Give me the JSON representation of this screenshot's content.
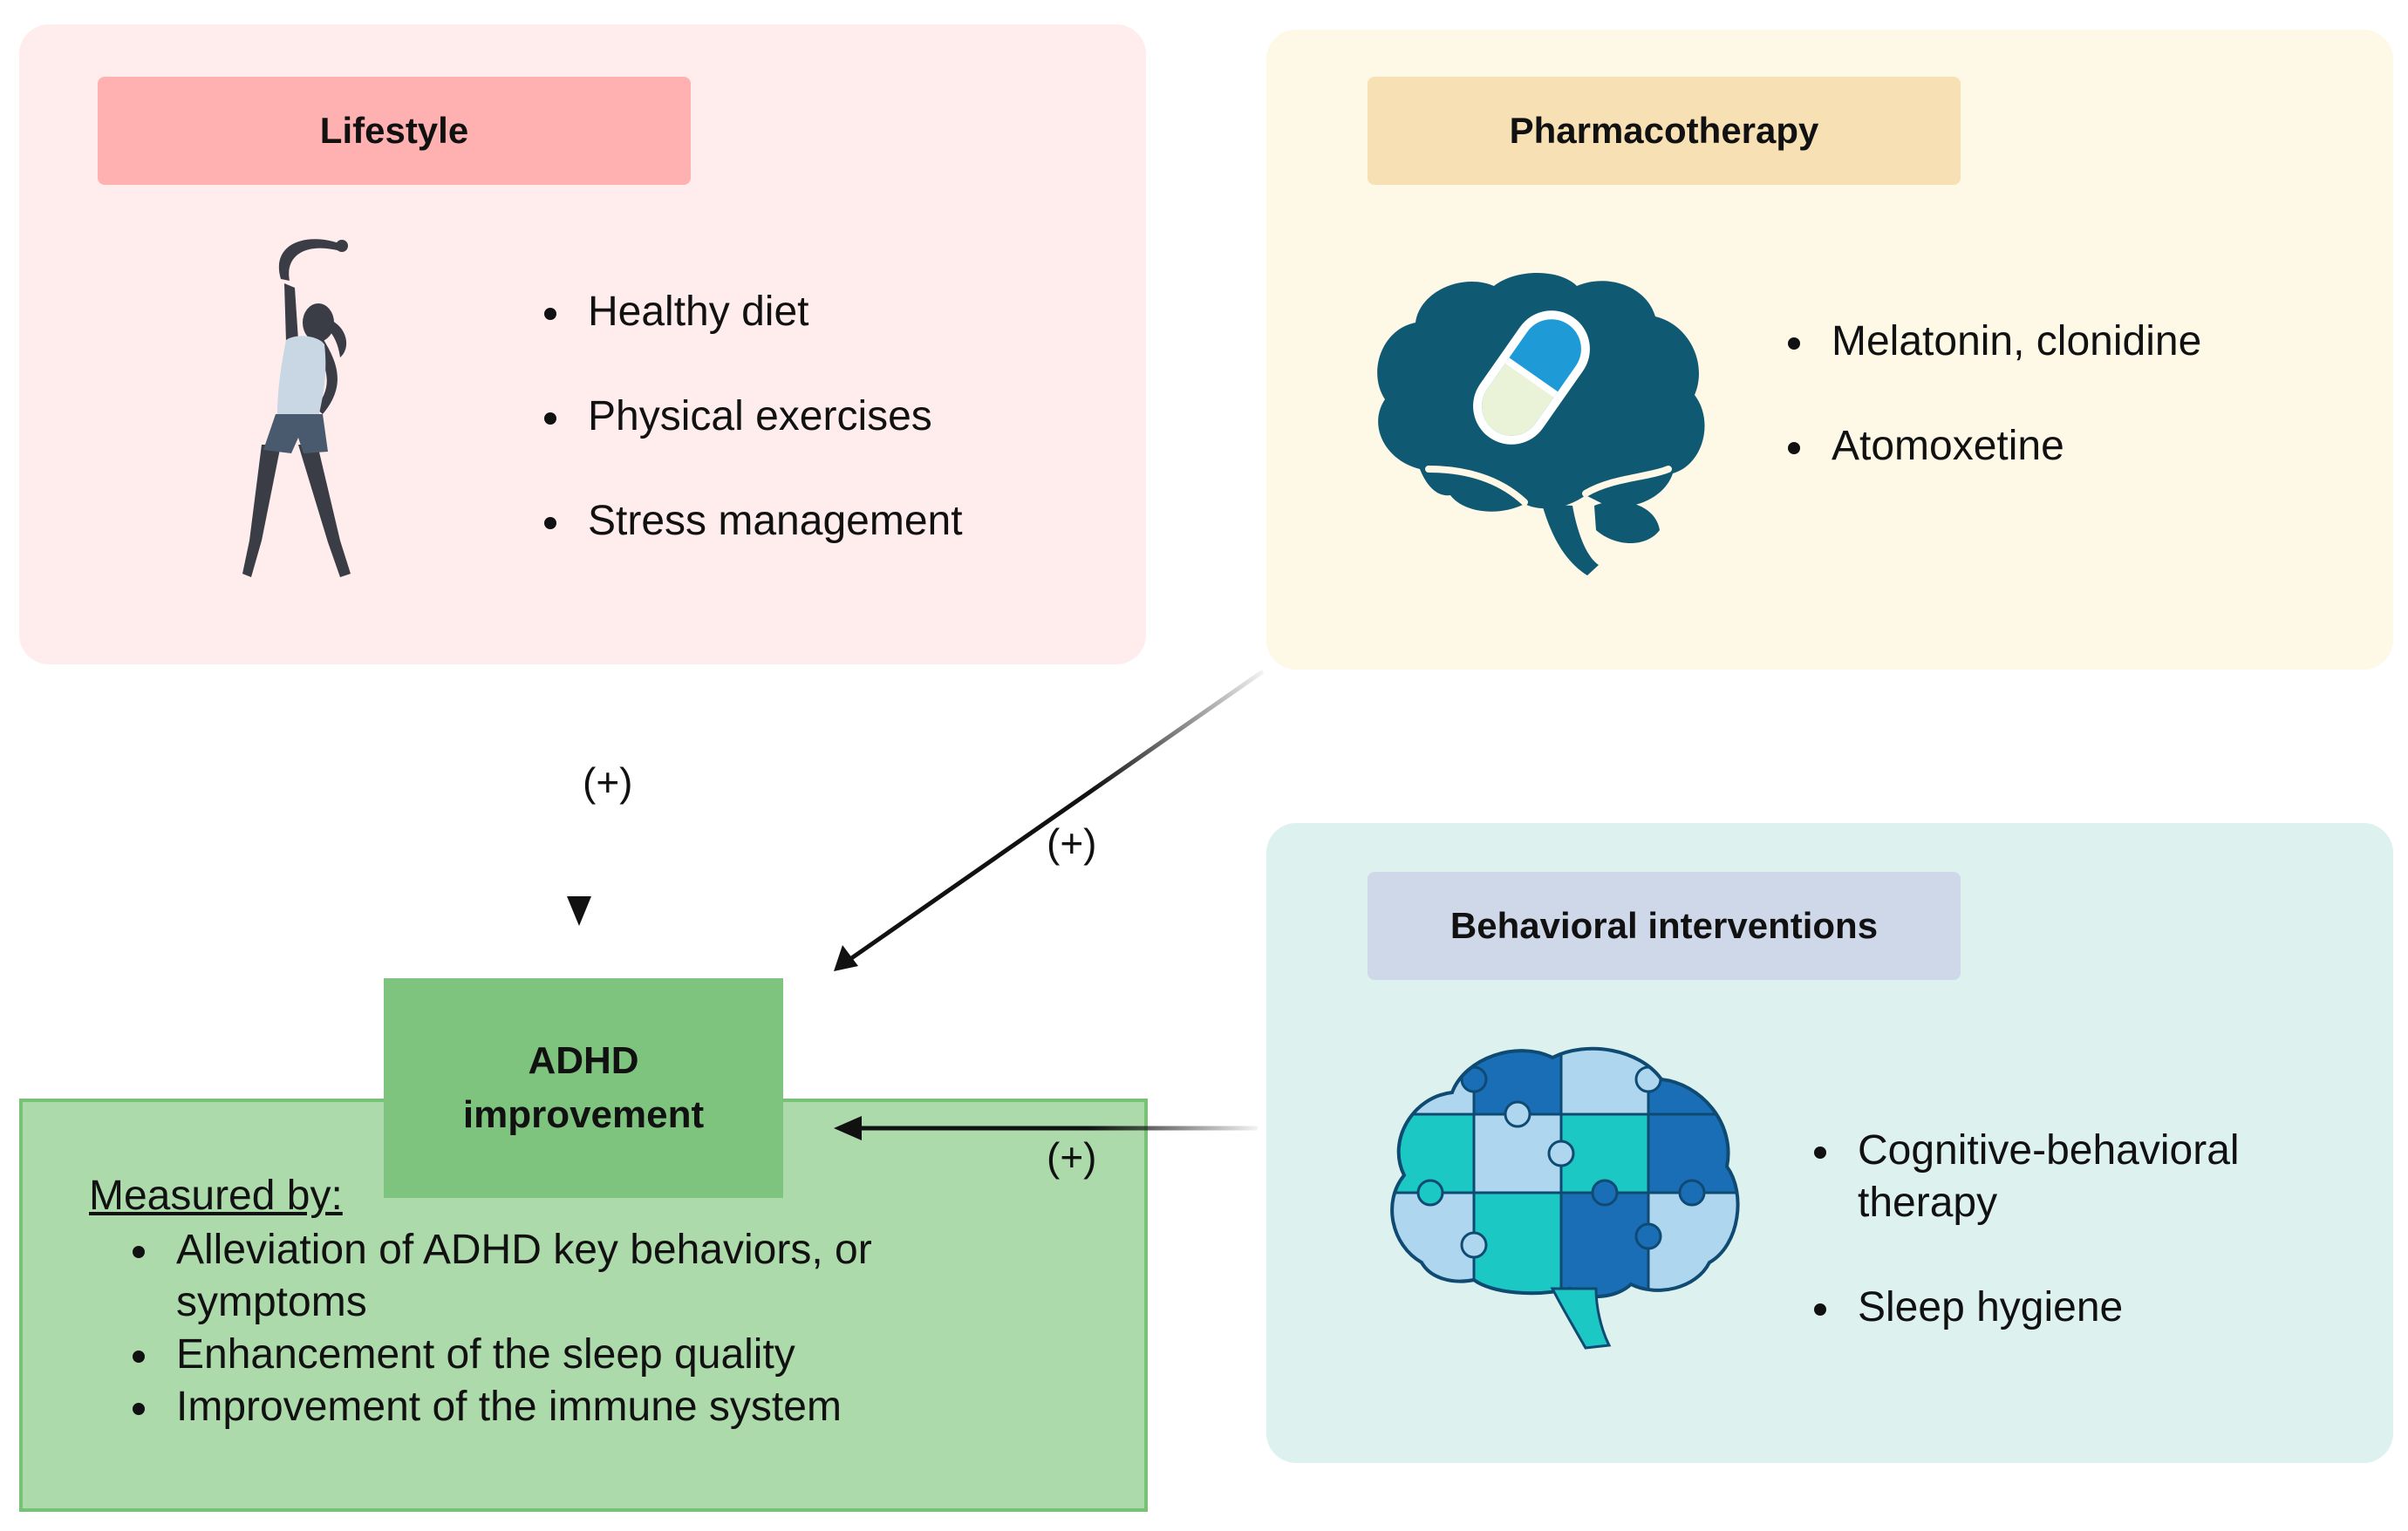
{
  "lifestyle": {
    "title": "Lifestyle",
    "items": [
      "Healthy diet",
      "Physical exercises",
      "Stress management"
    ]
  },
  "pharmacotherapy": {
    "title": "Pharmacotherapy",
    "items": [
      "Melatonin, clonidine",
      "Atomoxetine"
    ]
  },
  "behavioral": {
    "title": "Behavioral interventions",
    "items": [
      "Cognitive-behavioral therapy",
      "Sleep hygiene"
    ]
  },
  "outcome": {
    "title_line1": "ADHD",
    "title_line2": "improvement",
    "measured_label": "Measured by:",
    "items": [
      "Alleviation of ADHD key behaviors, or symptoms",
      "Enhancement of the sleep quality",
      "Improvement of the immune system"
    ]
  },
  "arrows": {
    "lifestyle_label": "(+)",
    "pharmacotherapy_label": "(+)",
    "behavioral_label": "(+)"
  },
  "icons": {
    "lifestyle": "woman-stretching-icon",
    "pharmacotherapy": "brain-with-capsule-icon",
    "behavioral": "puzzle-brain-icon"
  },
  "colors": {
    "lifestyle_panel": "#FEEDEC",
    "lifestyle_header": "#FEB1B0",
    "pharma_panel": "#FEF8E6",
    "pharma_header": "#F7E1B4",
    "behavioral_panel": "#DDF2EF",
    "behavioral_header": "#CFD8E9",
    "outcome_panel": "#ADDAAB",
    "outcome_header": "#7EC47E",
    "outcome_border": "#76C375",
    "brain_dark": "#0F5972",
    "capsule_blue": "#1E9BD7",
    "puzzle_navy": "#1A6EB6",
    "puzzle_light": "#AED6EE",
    "puzzle_teal": "#1CC8C4"
  }
}
